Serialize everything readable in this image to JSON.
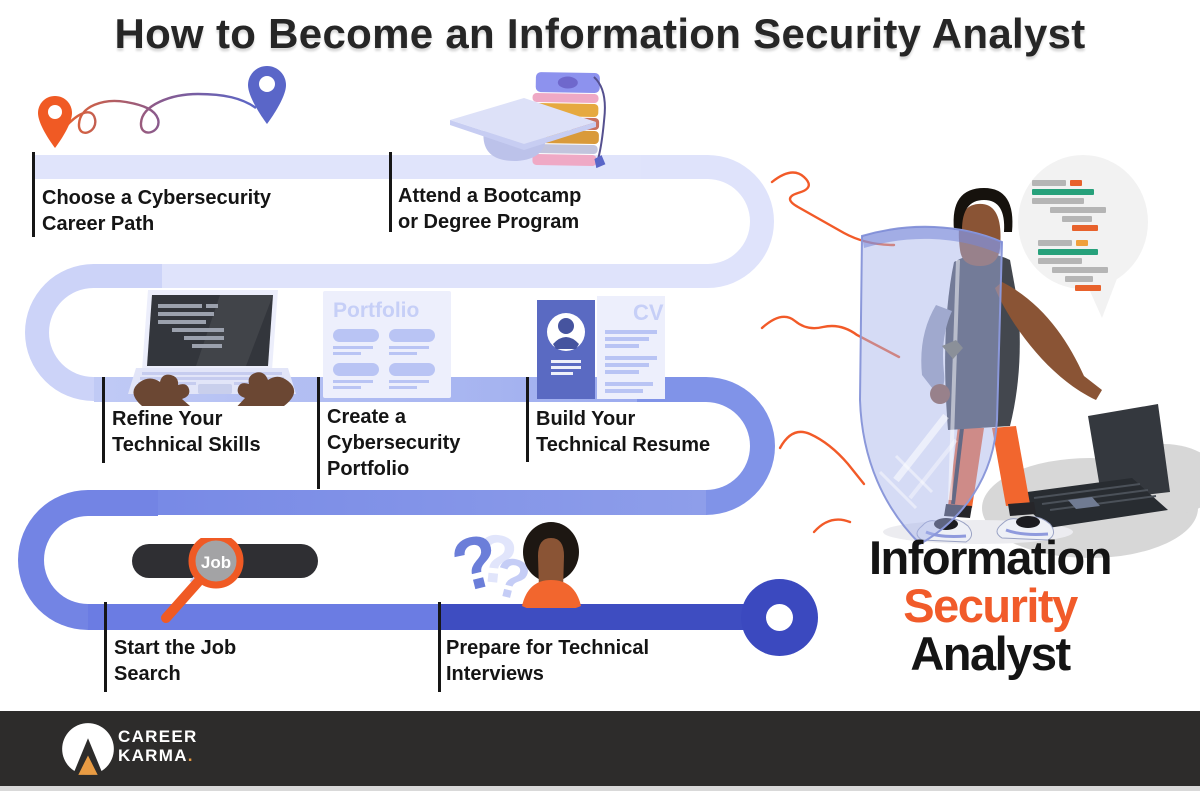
{
  "title": "How to Become an Information Security Analyst",
  "steps": [
    {
      "name": "choose-path",
      "lines": [
        "Choose a Cybersecurity",
        "Career Path"
      ]
    },
    {
      "name": "bootcamp",
      "lines": [
        "Attend a Bootcamp",
        "or Degree Program"
      ]
    },
    {
      "name": "skills",
      "lines": [
        "Refine Your",
        "Technical Skills"
      ]
    },
    {
      "name": "portfolio",
      "lines": [
        "Create a",
        "Cybersecurity",
        "Portfolio"
      ]
    },
    {
      "name": "resume",
      "lines": [
        "Build Your",
        "Technical Resume"
      ]
    },
    {
      "name": "job-search",
      "lines": [
        "Start the Job",
        "Search"
      ]
    },
    {
      "name": "interviews",
      "lines": [
        "Prepare for Technical",
        "Interviews"
      ]
    }
  ],
  "icon_text": {
    "portfolio_title": "Portfolio",
    "cv_title": "CV",
    "job_label": "Job"
  },
  "role_title": {
    "line1": "Information",
    "line2": "Security",
    "line3": "Analyst"
  },
  "footer": {
    "brand_line1": "CAREER",
    "brand_line2": "KARMA",
    "dot": "."
  },
  "colors": {
    "accent_orange": "#f15b2a",
    "path_light": "#dfe3fb",
    "path_mid": "#8093e8",
    "path_dark": "#3b49bf",
    "title_color": "#262626",
    "footer_bg": "#2d2c2b",
    "brand_dot": "#e89b43",
    "code_green": "#27a17b",
    "code_amber": "#f0a03c"
  },
  "icon_names": [
    "route-pins-icon",
    "graduation-cap-books-icon",
    "laptop-code-icon",
    "portfolio-card-icon",
    "cv-resume-icon",
    "job-search-magnifier-icon",
    "interview-questions-icon",
    "security-analyst-illustration",
    "career-karma-logo"
  ]
}
